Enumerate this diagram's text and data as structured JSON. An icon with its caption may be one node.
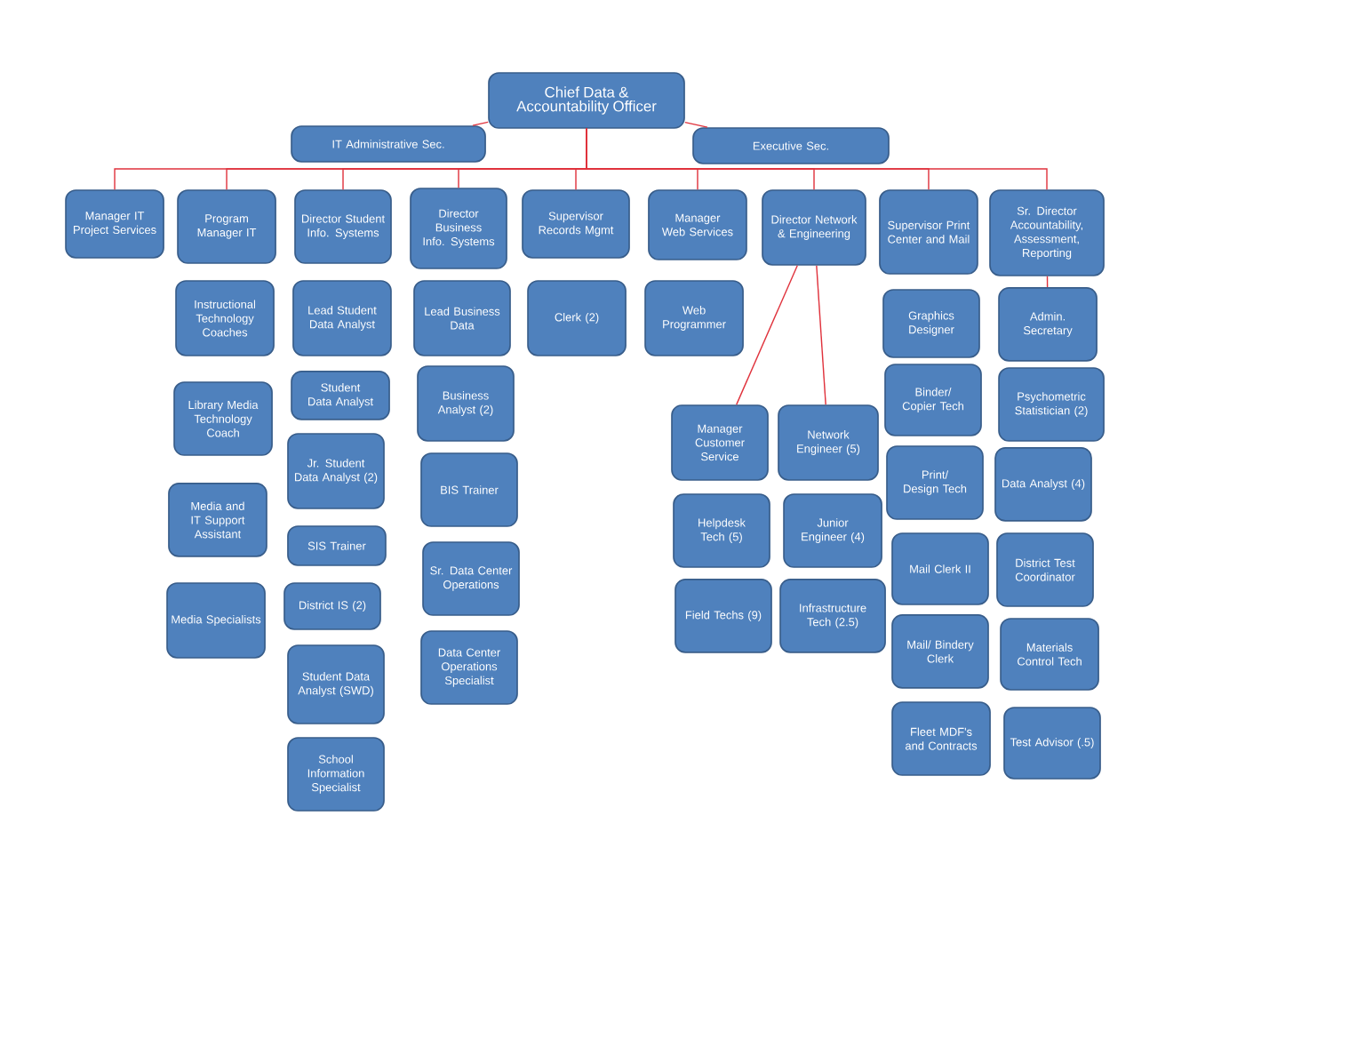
{
  "diagram": {
    "nodes": [
      {
        "text": [
          "Chief Data & Accountability Officer"
        ]
      },
      {
        "text": [
          "IT Administrative Sec."
        ]
      },
      {
        "text": [
          "Executive Sec."
        ]
      },
      {
        "text": [
          "Manager IT Project Services"
        ]
      },
      {
        "text": [
          "Program Manager IT"
        ]
      },
      {
        "text": [
          "Director Student Info. Systems"
        ]
      },
      {
        "text": [
          "Director Business Info. Systems"
        ]
      },
      {
        "text": [
          "Supervisor Records Mgmt"
        ]
      },
      {
        "text": [
          "Manager Web Services"
        ]
      },
      {
        "text": [
          "Director Network & Engineering"
        ]
      },
      {
        "text": [
          "Supervisor Print Center and Mail"
        ]
      },
      {
        "text": [
          "Sr. Director Accountability, Assessment, Reporting"
        ]
      },
      {
        "text": [
          "Instructional Technology Coaches"
        ]
      },
      {
        "text": [
          "Library Media Technology Coach"
        ]
      },
      {
        "text": [
          "Media and IT Support Assistant"
        ]
      },
      {
        "text": [
          "Media Specialists"
        ]
      },
      {
        "text": [
          "Lead Student Data Analyst"
        ]
      },
      {
        "text": [
          "Student Data Analyst"
        ]
      },
      {
        "text": [
          "Jr. Student Data Analyst (2)"
        ]
      },
      {
        "text": [
          "SIS Trainer"
        ]
      },
      {
        "text": [
          "District IS (2)"
        ]
      },
      {
        "text": [
          "Student Data Analyst (SWD)"
        ]
      },
      {
        "text": [
          "School Information Specialist"
        ]
      },
      {
        "text": [
          "Lead Business Data"
        ]
      },
      {
        "text": [
          "Business Analyst (2)"
        ]
      },
      {
        "text": [
          "BIS Trainer"
        ]
      },
      {
        "text": [
          "Sr. Data Center Operations"
        ]
      },
      {
        "text": [
          "Data Center Operations Specialist"
        ]
      },
      {
        "text": [
          "Clerk (2)"
        ]
      },
      {
        "text": [
          "Web Programmer"
        ]
      },
      {
        "text": [
          "Manager Customer Service"
        ]
      },
      {
        "text": [
          "Network Engineer (5)"
        ]
      },
      {
        "text": [
          "Helpdesk Tech (5)"
        ]
      },
      {
        "text": [
          "Junior Engineer (4)"
        ]
      },
      {
        "text": [
          "Field Techs (9)"
        ]
      },
      {
        "text": [
          "Infrastructure Tech (2.5)"
        ]
      },
      {
        "text": [
          "Graphics Designer"
        ]
      },
      {
        "text": [
          "Binder/ Copier Tech"
        ]
      },
      {
        "text": [
          "Print/ Design Tech"
        ]
      },
      {
        "text": [
          "Mail Clerk II"
        ]
      },
      {
        "text": [
          "Mail/ Bindery Clerk"
        ]
      },
      {
        "text": [
          "Fleet MDF's and Contracts"
        ]
      },
      {
        "text": [
          "Admin. Secretary"
        ]
      },
      {
        "text": [
          "Psychometric Statistician (2)"
        ]
      },
      {
        "text": [
          "Data Analyst (4)"
        ]
      },
      {
        "text": [
          "District Test Coordinator"
        ]
      },
      {
        "text": [
          "Materials Control Tech"
        ]
      },
      {
        "text": [
          "Test Advisor (.5)"
        ]
      }
    ],
    "edges": [
      {
        "from": 0,
        "to": 1,
        "arrow": "none"
      },
      {
        "from": 0,
        "to": 2,
        "arrow": "none"
      },
      {
        "from": 0,
        "to": 3,
        "arrow": "none"
      },
      {
        "from": 0,
        "to": 4,
        "arrow": "none"
      },
      {
        "from": 0,
        "to": 5,
        "arrow": "none"
      },
      {
        "from": 0,
        "to": 6,
        "arrow": "none"
      },
      {
        "from": 0,
        "to": 7,
        "arrow": "none"
      },
      {
        "from": 0,
        "to": 8,
        "arrow": "none"
      },
      {
        "from": 0,
        "to": 9,
        "arrow": "none"
      },
      {
        "from": 0,
        "to": 10,
        "arrow": "none"
      },
      {
        "from": 0,
        "to": 11,
        "arrow": "none"
      },
      {
        "from": 9,
        "to": 30,
        "arrow": "none"
      },
      {
        "from": 9,
        "to": 31,
        "arrow": "none"
      },
      {
        "from": 11,
        "to": 42,
        "arrow": "none"
      }
    ]
  }
}
